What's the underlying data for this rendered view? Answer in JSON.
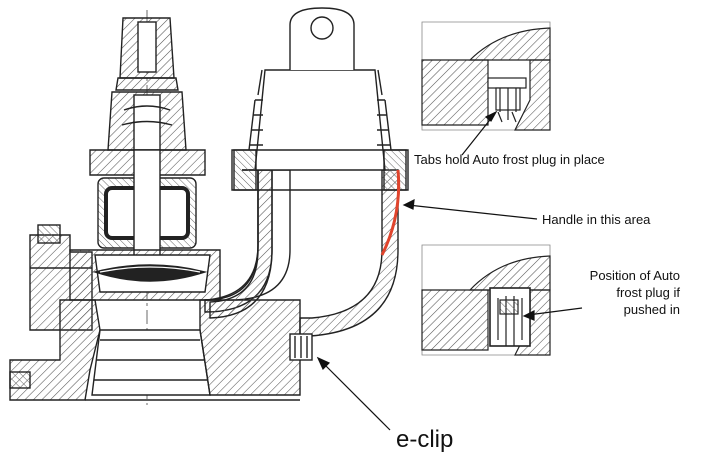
{
  "labels": {
    "tabs_hold": "Tabs hold Auto frost plug in place",
    "handle_area": "Handle in this area",
    "position_line1": "Position of Auto",
    "position_line2": "frost plug if",
    "position_line3": "pushed in",
    "eclip": "e-clip"
  },
  "colors": {
    "line": "#222222",
    "hatch": "#555555",
    "handle_arc": "#e0442c",
    "background": "#ffffff"
  }
}
